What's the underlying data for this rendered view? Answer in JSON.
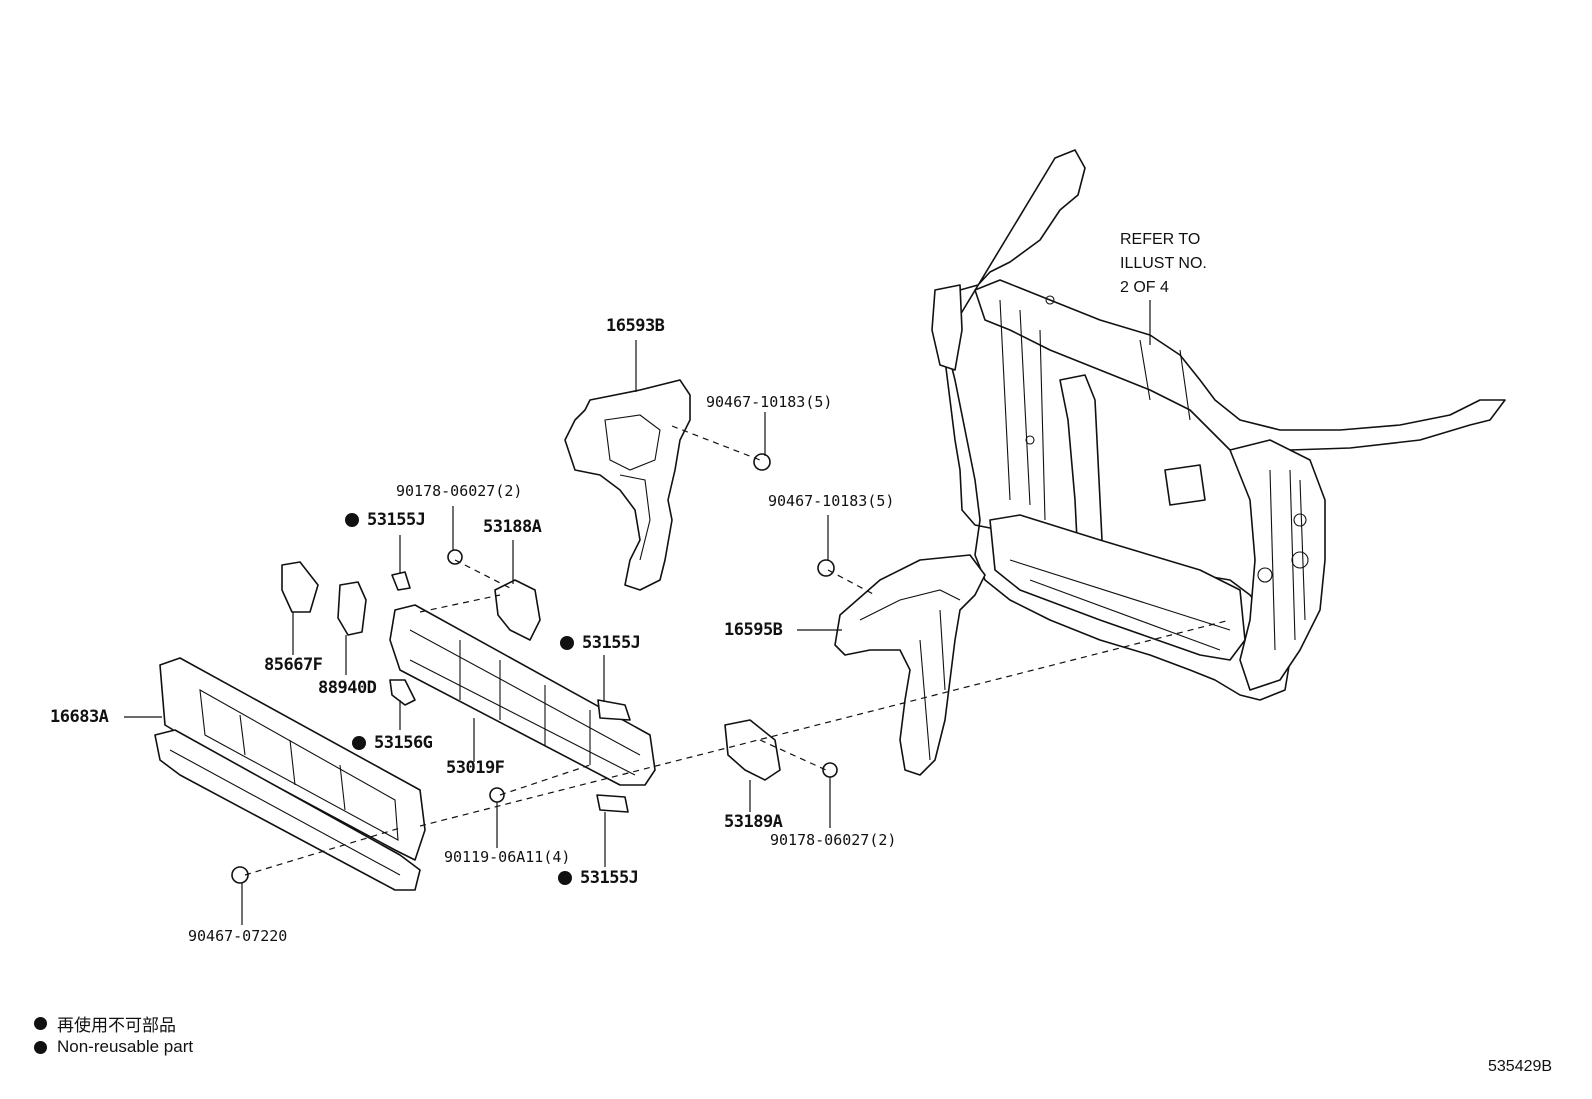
{
  "parts": {
    "p16593B": "16593B",
    "p90467_10183_top": "90467-10183(5)",
    "p90467_10183_mid": "90467-10183(5)",
    "p90178_06027_top": "90178-06027(2)",
    "p53155J_a": "53155J",
    "p53188A": "53188A",
    "p53155J_b": "53155J",
    "p16595B": "16595B",
    "p85667F": "85667F",
    "p88940D": "88940D",
    "p16683A": "16683A",
    "p53156G": "53156G",
    "p53019F": "53019F",
    "p53189A": "53189A",
    "p90178_06027_bot": "90178-06027(2)",
    "p90119_06A11": "90119-06A11(4)",
    "p53155J_c": "53155J",
    "p90467_07220": "90467-07220"
  },
  "note": {
    "line1": "REFER TO",
    "line2": "ILLUST NO.",
    "line3": "2 OF 4"
  },
  "legend": {
    "jp": "再使用不可部品",
    "en": "Non-reusable part"
  },
  "figure_id": "535429B"
}
